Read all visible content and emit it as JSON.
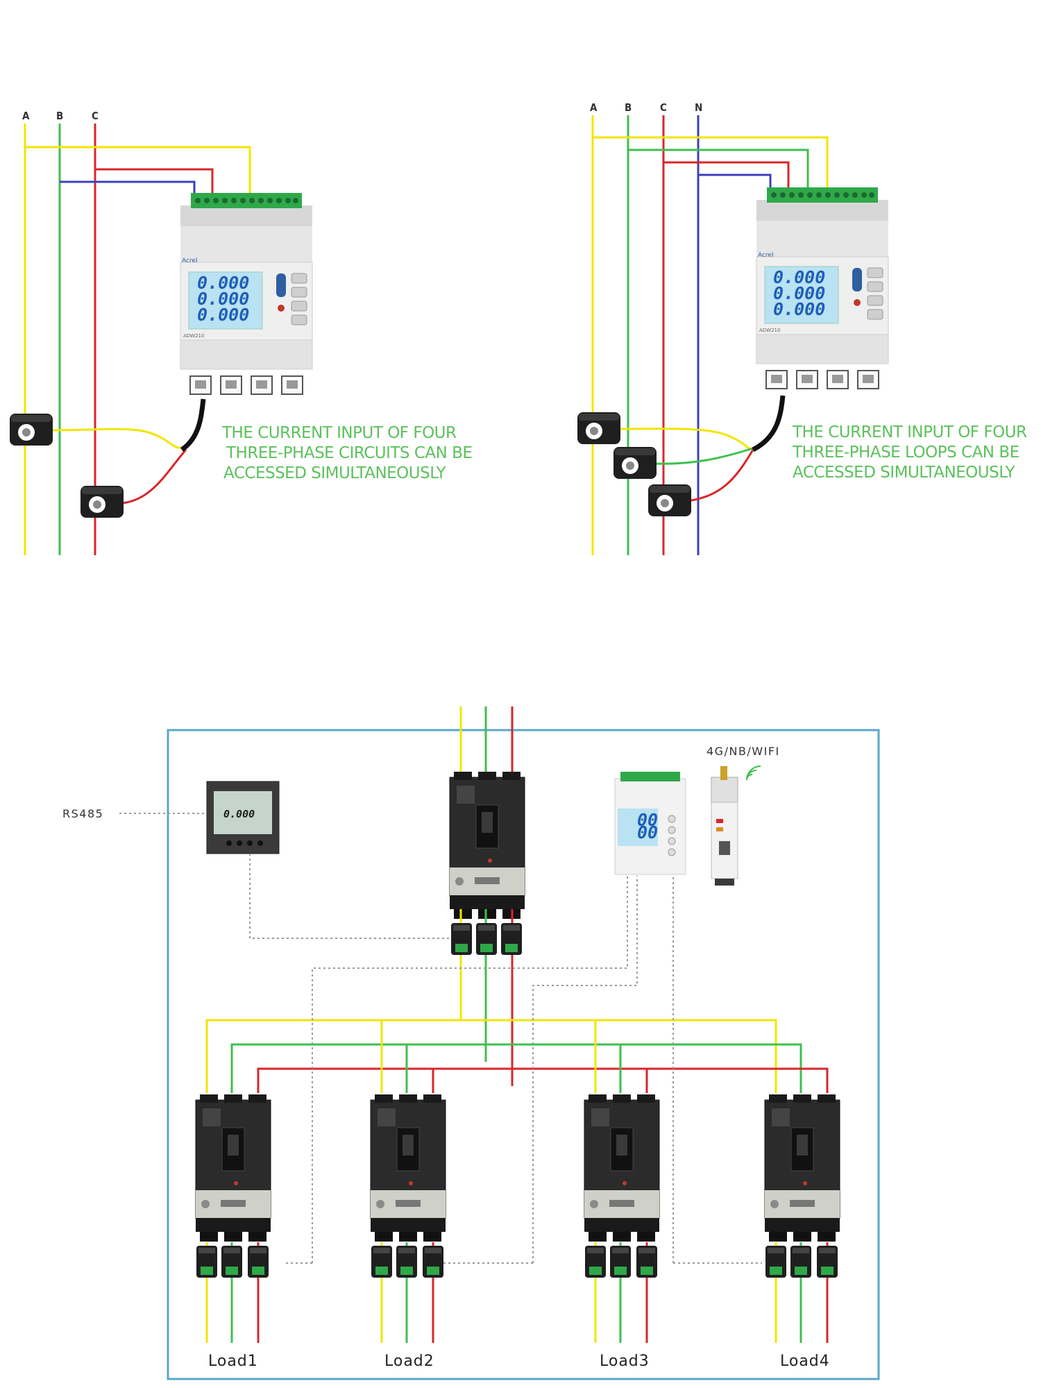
{
  "colors": {
    "phase_a": "#f2e600",
    "phase_b": "#3fbf4f",
    "phase_c": "#d9262b",
    "phase_n": "#3b3fbf",
    "note_text": "#5cc15c",
    "frame": "#5aa7c8",
    "meter_body": "#dcdcdc",
    "breaker_body": "#2b2b2b",
    "terminal_green": "#2fa84a",
    "lcd_screen": "#b9e2f2"
  },
  "top_left": {
    "phases": [
      "A",
      "B",
      "C"
    ],
    "brand": "Acrel",
    "model": "ADW210",
    "lcd_lines": [
      "0.000",
      "0.000",
      "0.000"
    ],
    "note_lines": [
      "THE CURRENT INPUT OF FOUR",
      "THREE-PHASE CIRCUITS CAN BE",
      "ACCESSED SIMULTANEOUSLY"
    ]
  },
  "top_right": {
    "phases": [
      "A",
      "B",
      "C",
      "N"
    ],
    "brand": "Acrel",
    "model": "ADW210",
    "lcd_lines": [
      "0.000",
      "0.000",
      "0.000"
    ],
    "note_lines": [
      "THE CURRENT INPUT OF FOUR",
      "THREE-PHASE LOOPS CAN BE",
      "ACCESSED SIMULTANEOUSLY"
    ]
  },
  "system": {
    "rs485_label": "RS485",
    "wireless_label": "4G/NB/WIFI",
    "panel_meter_display": "0.000",
    "din_meter_display": [
      "00",
      "00"
    ],
    "loads": [
      "Load1",
      "Load2",
      "Load3",
      "Load4"
    ]
  }
}
